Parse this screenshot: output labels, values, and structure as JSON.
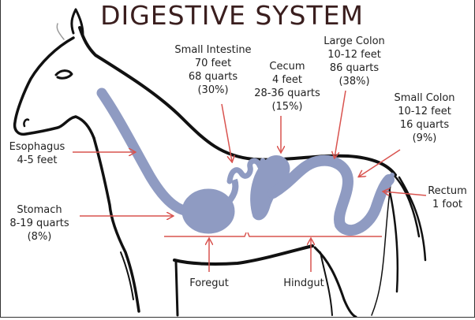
{
  "title": "DIGESTIVE SYSTEM",
  "colors": {
    "organ": "#8f9bc2",
    "arrow": "#d9534f",
    "outline": "#111111",
    "title": "#3a1e1e"
  },
  "labels": {
    "small_intestine": [
      "Small Intestine",
      "70 feet",
      "68 quarts",
      "(30%)"
    ],
    "cecum": [
      "Cecum",
      "4 feet",
      "28-36 quarts",
      "(15%)"
    ],
    "large_colon": [
      "Large Colon",
      "10-12 feet",
      "86 quarts",
      "(38%)"
    ],
    "small_colon": [
      "Small Colon",
      "10-12 feet",
      "16 quarts",
      "(9%)"
    ],
    "esophagus": [
      "Esophagus",
      "4-5 feet"
    ],
    "stomach": [
      "Stomach",
      "8-19 quarts",
      "(8%)"
    ],
    "rectum": [
      "Rectum",
      "1 foot"
    ],
    "foregut": "Foregut",
    "hindgut": "Hindgut"
  }
}
